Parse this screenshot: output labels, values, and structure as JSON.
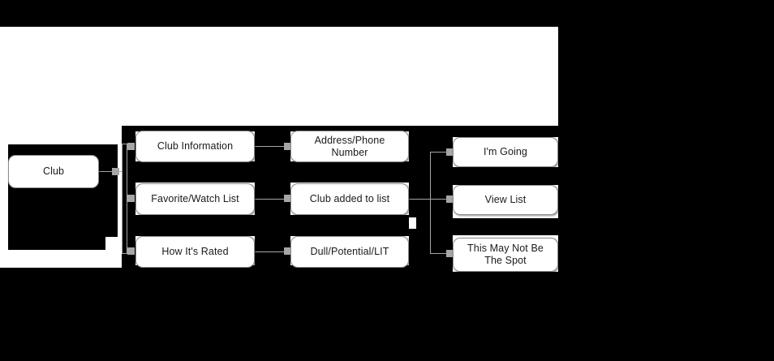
{
  "diagram": {
    "type": "flowchart",
    "title": "Club",
    "background_color": "#000000",
    "canvas_color": "#ffffff",
    "node_fill": "#ffffff",
    "node_border": "#8c8c8c",
    "connector_color": "#a6a6a6",
    "root": {
      "label": "Club"
    },
    "columns": [
      {
        "name": "categories",
        "nodes": [
          {
            "label": "Club Information"
          },
          {
            "label": "Favorite/Watch List"
          },
          {
            "label": "How It's Rated"
          }
        ]
      },
      {
        "name": "details",
        "nodes": [
          {
            "label": "Address/Phone Number"
          },
          {
            "label": "Club added to list"
          },
          {
            "label": "Dull/Potential/LIT"
          }
        ]
      },
      {
        "name": "actions",
        "nodes": [
          {
            "label": "I'm Going"
          },
          {
            "label": "View List"
          },
          {
            "label": "This May Not Be\nThe Spot"
          }
        ]
      }
    ]
  }
}
